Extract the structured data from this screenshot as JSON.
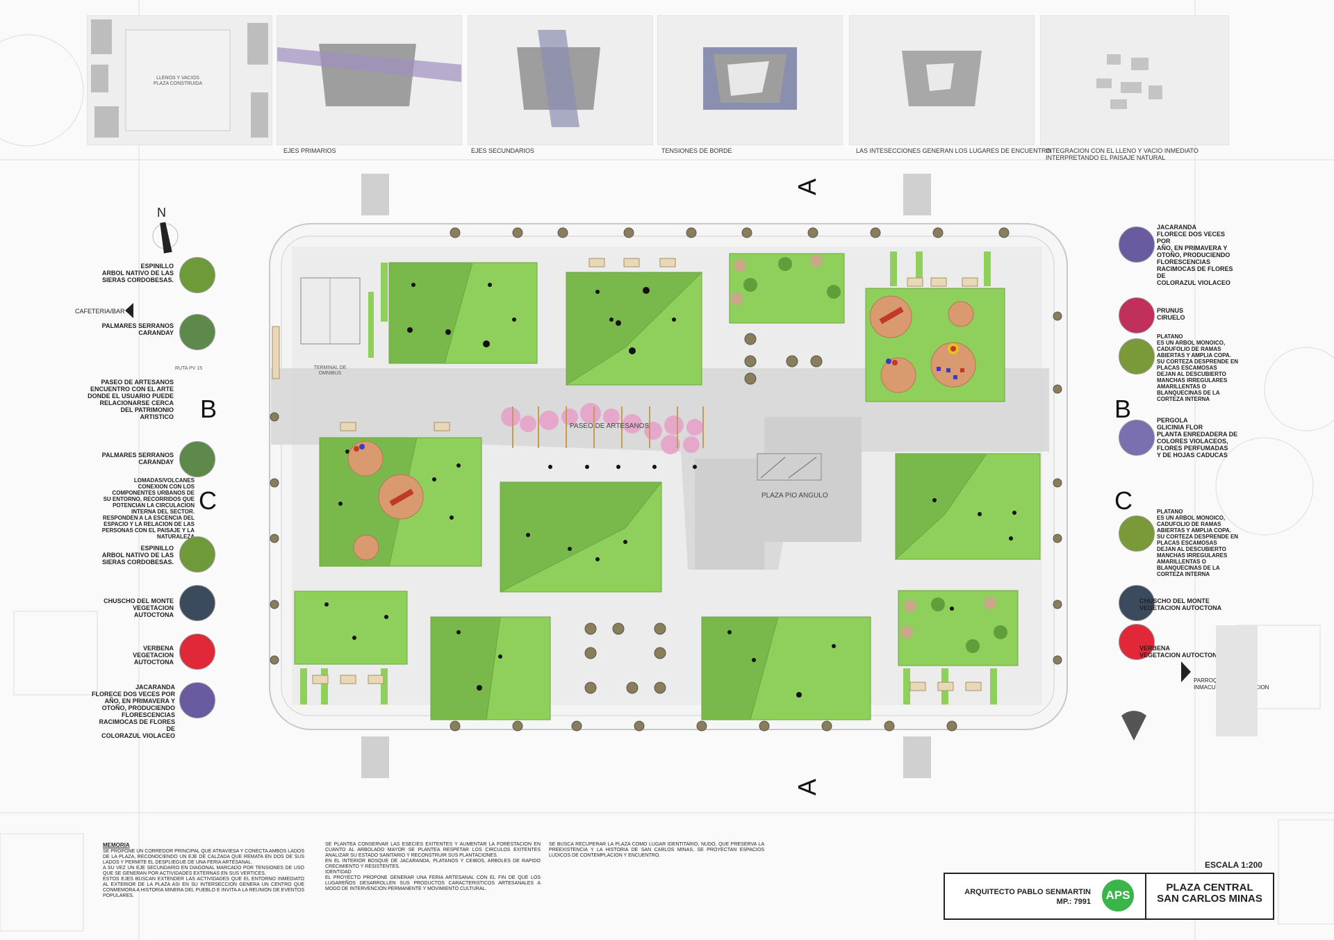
{
  "top_strip": {
    "panel1_label": "LLENOS Y VACIOS\nPLAZA CONSTRUIDA",
    "captions": [
      "EJES PRIMARIOS",
      "EJES SECUNDARIOS",
      "TENSIONES DE BORDE",
      "LAS INTESECCIONES GENERAN LOS LUGARES DE ENCUENTRO",
      "INTEGRACION CON EL LLENO Y VACIO INMEDIATO INTERPRETANDO EL PAISAJE NATURAL"
    ]
  },
  "north_label": "N",
  "section_letters": {
    "a_top": "A",
    "a_bottom": "A",
    "b_left": "B",
    "b_right": "B",
    "c_left": "C",
    "c_right": "C"
  },
  "left_legend": [
    {
      "text": "ESPINILLO\nARBOL NATIVO DE LAS\nSIERAS CORDOBESAS.",
      "color": "#6f9a3a"
    },
    {
      "text": "PALMARES SERRANOS\nCARANDAY",
      "color": "#5d8a4a"
    },
    {
      "text": "PALMARES SERRANOS\nCARANDAY",
      "color": "#5d8a4a"
    },
    {
      "text": "ESPINILLO\nARBOL NATIVO DE LAS\nSIERAS CORDOBESAS.",
      "color": "#6f9a3a"
    },
    {
      "text": "CHUSCHO DEL MONTE\nVEGETACION AUTOCTONA",
      "color": "#3c4a5e"
    },
    {
      "text": "VERBENA\nVEGETACION AUTOCTONA",
      "color": "#e02838"
    },
    {
      "text": "JACARANDA\nFLORECE DOS VECES POR\nAÑO, EN PRIMAVERA Y\nOTOÑO, PRODUCIENDO\nFLORESCENCIAS\nRACIMOCAS DE FLORES DE\nCOLORAZUL VIOLACEO",
      "color": "#6a5aa0"
    }
  ],
  "left_notes": {
    "cafeteria": "CAFETERIA/BAR",
    "artesanos": "PASEO DE ARTESANOS\nENCUENTRO CON EL ARTE\nDONDE EL USUARIO PUEDE\nRELACIONARSE CERCA\nDEL PATRIMONIO\nARTISTICO",
    "lomadas": "LOMADAS/VOLCANES\nCONEXION CON LOS\nCOMPONENTES URBANOS DE\nSU ENTORNO, RECORRIDOS QUE\nPOTENCIAN LA CIRCULACION\nINTERNA DEL SECTOR.\nRESPONDEN A LA ESCENCIA DEL\nESPACIO Y LA RELACION DE LAS\nPERSONAS CON EL PAISAJE Y LA\nNATURALEZA",
    "ruta": "RUTA PV 15",
    "terminal": "TERMINAL DE\nOMNIBUS"
  },
  "right_legend": [
    {
      "text": "JACARANDA\nFLORECE DOS VECES POR\nAÑO, EN PRIMAVERA Y\nOTOÑO, PRODUCIENDO\nFLORESCENCIAS\nRACIMOCAS DE FLORES DE\nCOLORAZUL VIOLACEO",
      "color": "#6a5aa0"
    },
    {
      "text": "PRUNUS\nCIRUELO",
      "color": "#c0305a"
    },
    {
      "text": "PLATANO\nES UN ARBOL MONOICO,\nCADUFOLIO DE RAMAS\nABIERTAS Y AMPLIA COPA.\nSU CORTEZA DESPRENDE EN\nPLACAS ESCAMOSAS\nDEJAN AL DESCUBIERTO\nMANCHAS IRREGULARES\nAMARILLENTAS O\nBLANQUECINAS DE LA\nCORTEZA INTERNA",
      "color": "#7a9a3a"
    },
    {
      "text": "PERGOLA\nGLICINIA FLOR\nPLANTA ENREDADERA DE\nCOLORES VIOLACEOS,\nFLORES PERFUMADAS\nY DE HOJAS CADUCAS",
      "color": "#7a70b0"
    },
    {
      "text": "PLATANO\nES UN ARBOL MONOICO,\nCADUFOLIO DE RAMAS\nABIERTAS Y AMPLIA COPA.\nSU CORTEZA DESPRENDE EN\nPLACAS ESCAMOSAS\nDEJAN AL DESCUBIERTO\nMANCHAS IRREGULARES\nAMARILLENTAS O\nBLANQUECINAS DE LA\nCORTEZA INTERNA",
      "color": "#7a9a3a"
    },
    {
      "text": "CHUSCHO DEL MONTE\nVEGETACION AUTOCTONA",
      "color": "#3c4a5e"
    },
    {
      "text": "VERBENA\nVEGETACION AUTOCTONA",
      "color": "#e02838"
    }
  ],
  "right_notes": {
    "parroquia": "PARROQUIA\nINMACULADA CONCEPCION"
  },
  "plan_labels": {
    "paseo": "PASEO DE ARTESANOS",
    "plaza": "PLAZA PIO ANGULO"
  },
  "memoria": {
    "title": "MEMORIA",
    "col1": "SE PROPONE UN CORREDOR PRINCIPAL QUE ATRAVIESA Y CONECTA AMBOS LADOS DE LA PLAZA, RECONOCIENDO UN EJE DE CALZADA QUE REMATA EN DOS DE SUS LADOS Y PERMITE EL DESPLIEGUE DE UNA FERIA ARTESANAL.\nA SU VEZ UN EJE SECUNDARIO EN DIAGONAL MARCADO POR TENSIONES DE USO QUE SE GENERAN POR ACTIVIDADES EXTERNAS EN SUS VERTICES.\nESTOS EJES BUSCAN EXTENDER LAS ACTIVIDADES QUE EL ENTORNO INMEDIATO AL EXTERIOR DE LA PLAZA ASI EN SU INTERSECCION GENERA UN CENTRO QUE CONMEMORA A HISTORIA MINERA DEL PUEBLO E INVITA A LA REUNION DE EVENTOS POPULARES.",
    "col2": "SE PLANTEA CONSERVAR LAS ESECIES EXITENTES Y AUMENTAR LA FORESTACION EN CUANTO AL ARBOLADO MAYOR SE PLANTEA RESPETAR LOS CIRCULOS EXITENTES ANALIZAR SU ESTADO SANITARIO Y RECONSTRUIR SUS PLANTACIONES.\nEN EL INTERIOR BOSQUE DE JACARANDA, PLATANOS Y CEIBOS, ARBOLES DE RAPIDO CRECIMIENTO Y RESISTENTES.\nIDENTIDAD\nEL PROYECTO PROPONE GENERAR UNA FERIA ARTESANAL CON EL FIN DE QUE LOS LUGAREÑOS DESARROLLEN SUS PRODUCTOS CARACTERISTICOS ARTESANALES A MODO DE INTERVENCION PERMANENTE Y MOVIMIENTO CULTURAL.",
    "col3": "SE BUSCA RECUPERAR LA PLAZA COMO LUGAR IDENTITARIO, NUDO, QUE PRESERVA LA PREEXISTENCIA Y LA HISTORIA DE SAN CARLOS MINAS, SE PROYECTAN ESPACIOS LUDICOS DE CONTEMPLACION Y ENCUENTRO."
  },
  "title_block": {
    "scale": "ESCALA 1:200",
    "architect": "ARQUITECTO PABLO SENMARTIN",
    "mp": "MP.: 7991",
    "logo": "APS",
    "project_line1": "PLAZA CENTRAL",
    "project_line2": "SAN CARLOS MINAS"
  },
  "colors": {
    "grass": "#8fd05c",
    "grass_dark": "#6fa84a",
    "paving": "#d8d8d8",
    "playground": "#d89a6e",
    "logo": "#3ab54a",
    "flowers": "#e8a0c8"
  }
}
